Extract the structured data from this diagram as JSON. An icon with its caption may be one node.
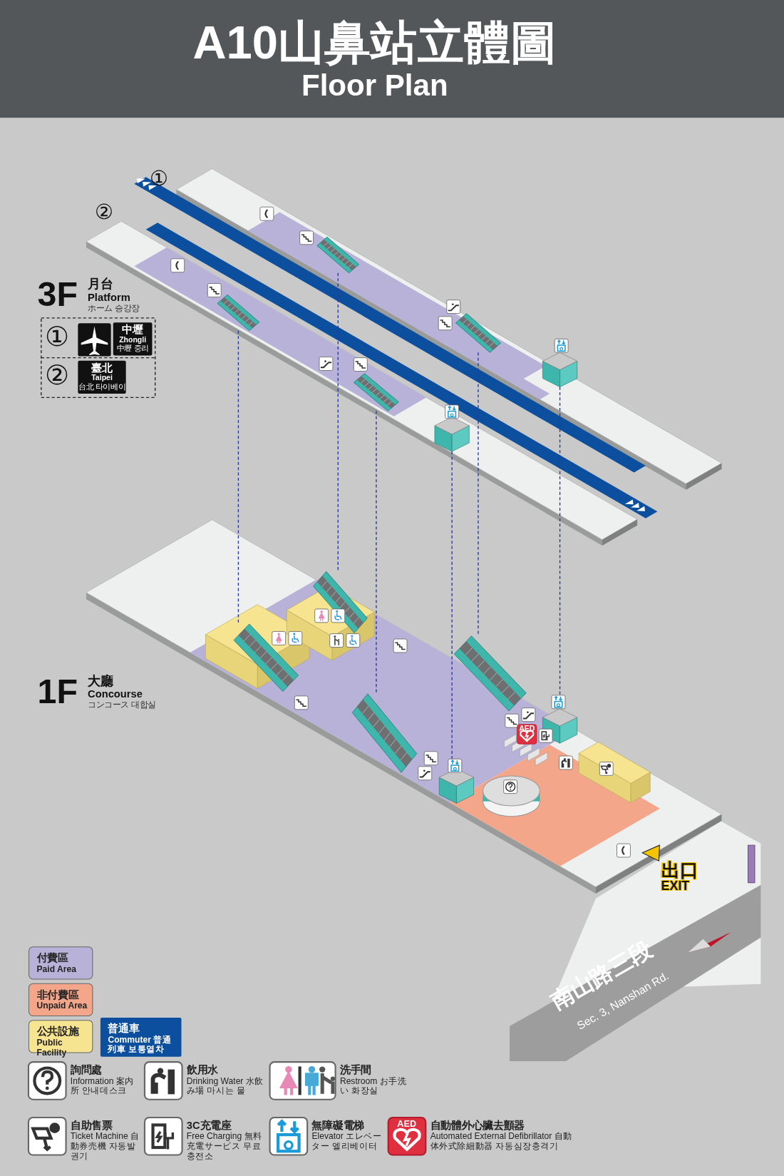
{
  "diagram": {
    "title": "A10山鼻站立體圖",
    "nodes": [
      {
        "text": [],
        "shape": "picture"
      },
      {
        "text": [],
        "shape": "picture"
      },
      {
        "text": [],
        "shape": "picture"
      },
      {
        "text": [],
        "shape": "picture"
      },
      {
        "text": [],
        "shape": "picture"
      },
      {
        "text": [],
        "shape": "picture"
      },
      {
        "text": [],
        "shape": "picture"
      },
      {
        "text": [],
        "shape": "picture"
      },
      {
        "text": [],
        "shape": "picture"
      },
      {
        "text": [],
        "shape": "picture"
      },
      {
        "text": [],
        "shape": "picture"
      },
      {
        "text": [],
        "shape": "picture"
      }
    ],
    "edges": [
      {
        "from": 0,
        "to": 6,
        "arrow": "none",
        "style": "dashed"
      },
      {
        "from": 1,
        "to": 7,
        "arrow": "none",
        "style": "dashed"
      },
      {
        "from": 3,
        "to": 9,
        "arrow": "none",
        "style": "dashed"
      },
      {
        "from": 2,
        "to": 8,
        "arrow": "none",
        "style": "dashed"
      },
      {
        "from": 4,
        "to": 10,
        "arrow": "none",
        "style": "dashed"
      },
      {
        "from": 5,
        "to": 11,
        "arrow": "none",
        "style": "dashed"
      }
    ],
    "labels": [
      "Floor Plan",
      "①",
      "②",
      "3F",
      "月台",
      "Platform",
      "ホーム 승강장",
      "①",
      "中壢",
      "Zhongli",
      "中壢 중리",
      "②",
      "臺北",
      "Taipei",
      "台北 타이베이",
      "1F",
      "大廳",
      "Concourse",
      "コンコース 대합실",
      "出口",
      "EXIT",
      "南山路三段",
      "Sec. 3, Nanshan Rd.",
      "AED",
      "AED"
    ],
    "legend": [
      {
        "text": "**付費區** Paid Area",
        "color": "#b8b2d9"
      },
      {
        "text": "**非付費區** Unpaid Area",
        "color": "#f4a68b"
      },
      {
        "text": "**公共設施** Public Facility",
        "color": "#f6e490"
      },
      {
        "text": "**普通車** Commuter 普通列車 보통열차",
        "color": "#0b4f9e"
      },
      {
        "text": "**詢問處** Information 案内所 안내데스크"
      },
      {
        "text": "**飲用水** Drinking Water 水飲み場 마시는 물"
      },
      {
        "text": "**洗手間** Restroom お手洗い 화장실"
      },
      {
        "text": "**自助售票** Ticket Machine 自動券売機 자동발권기"
      },
      {
        "text": "**3C充電座** Free Charging 無料充電サービス 무료충전소"
      },
      {
        "text": "**無障礙電梯** Elevator エレベーター 엘리베이터"
      },
      {
        "text": "**自動體外心臟去顫器** Automated External Defibrillator 自動体外式除細動器 자동심장충격기"
      }
    ]
  }
}
